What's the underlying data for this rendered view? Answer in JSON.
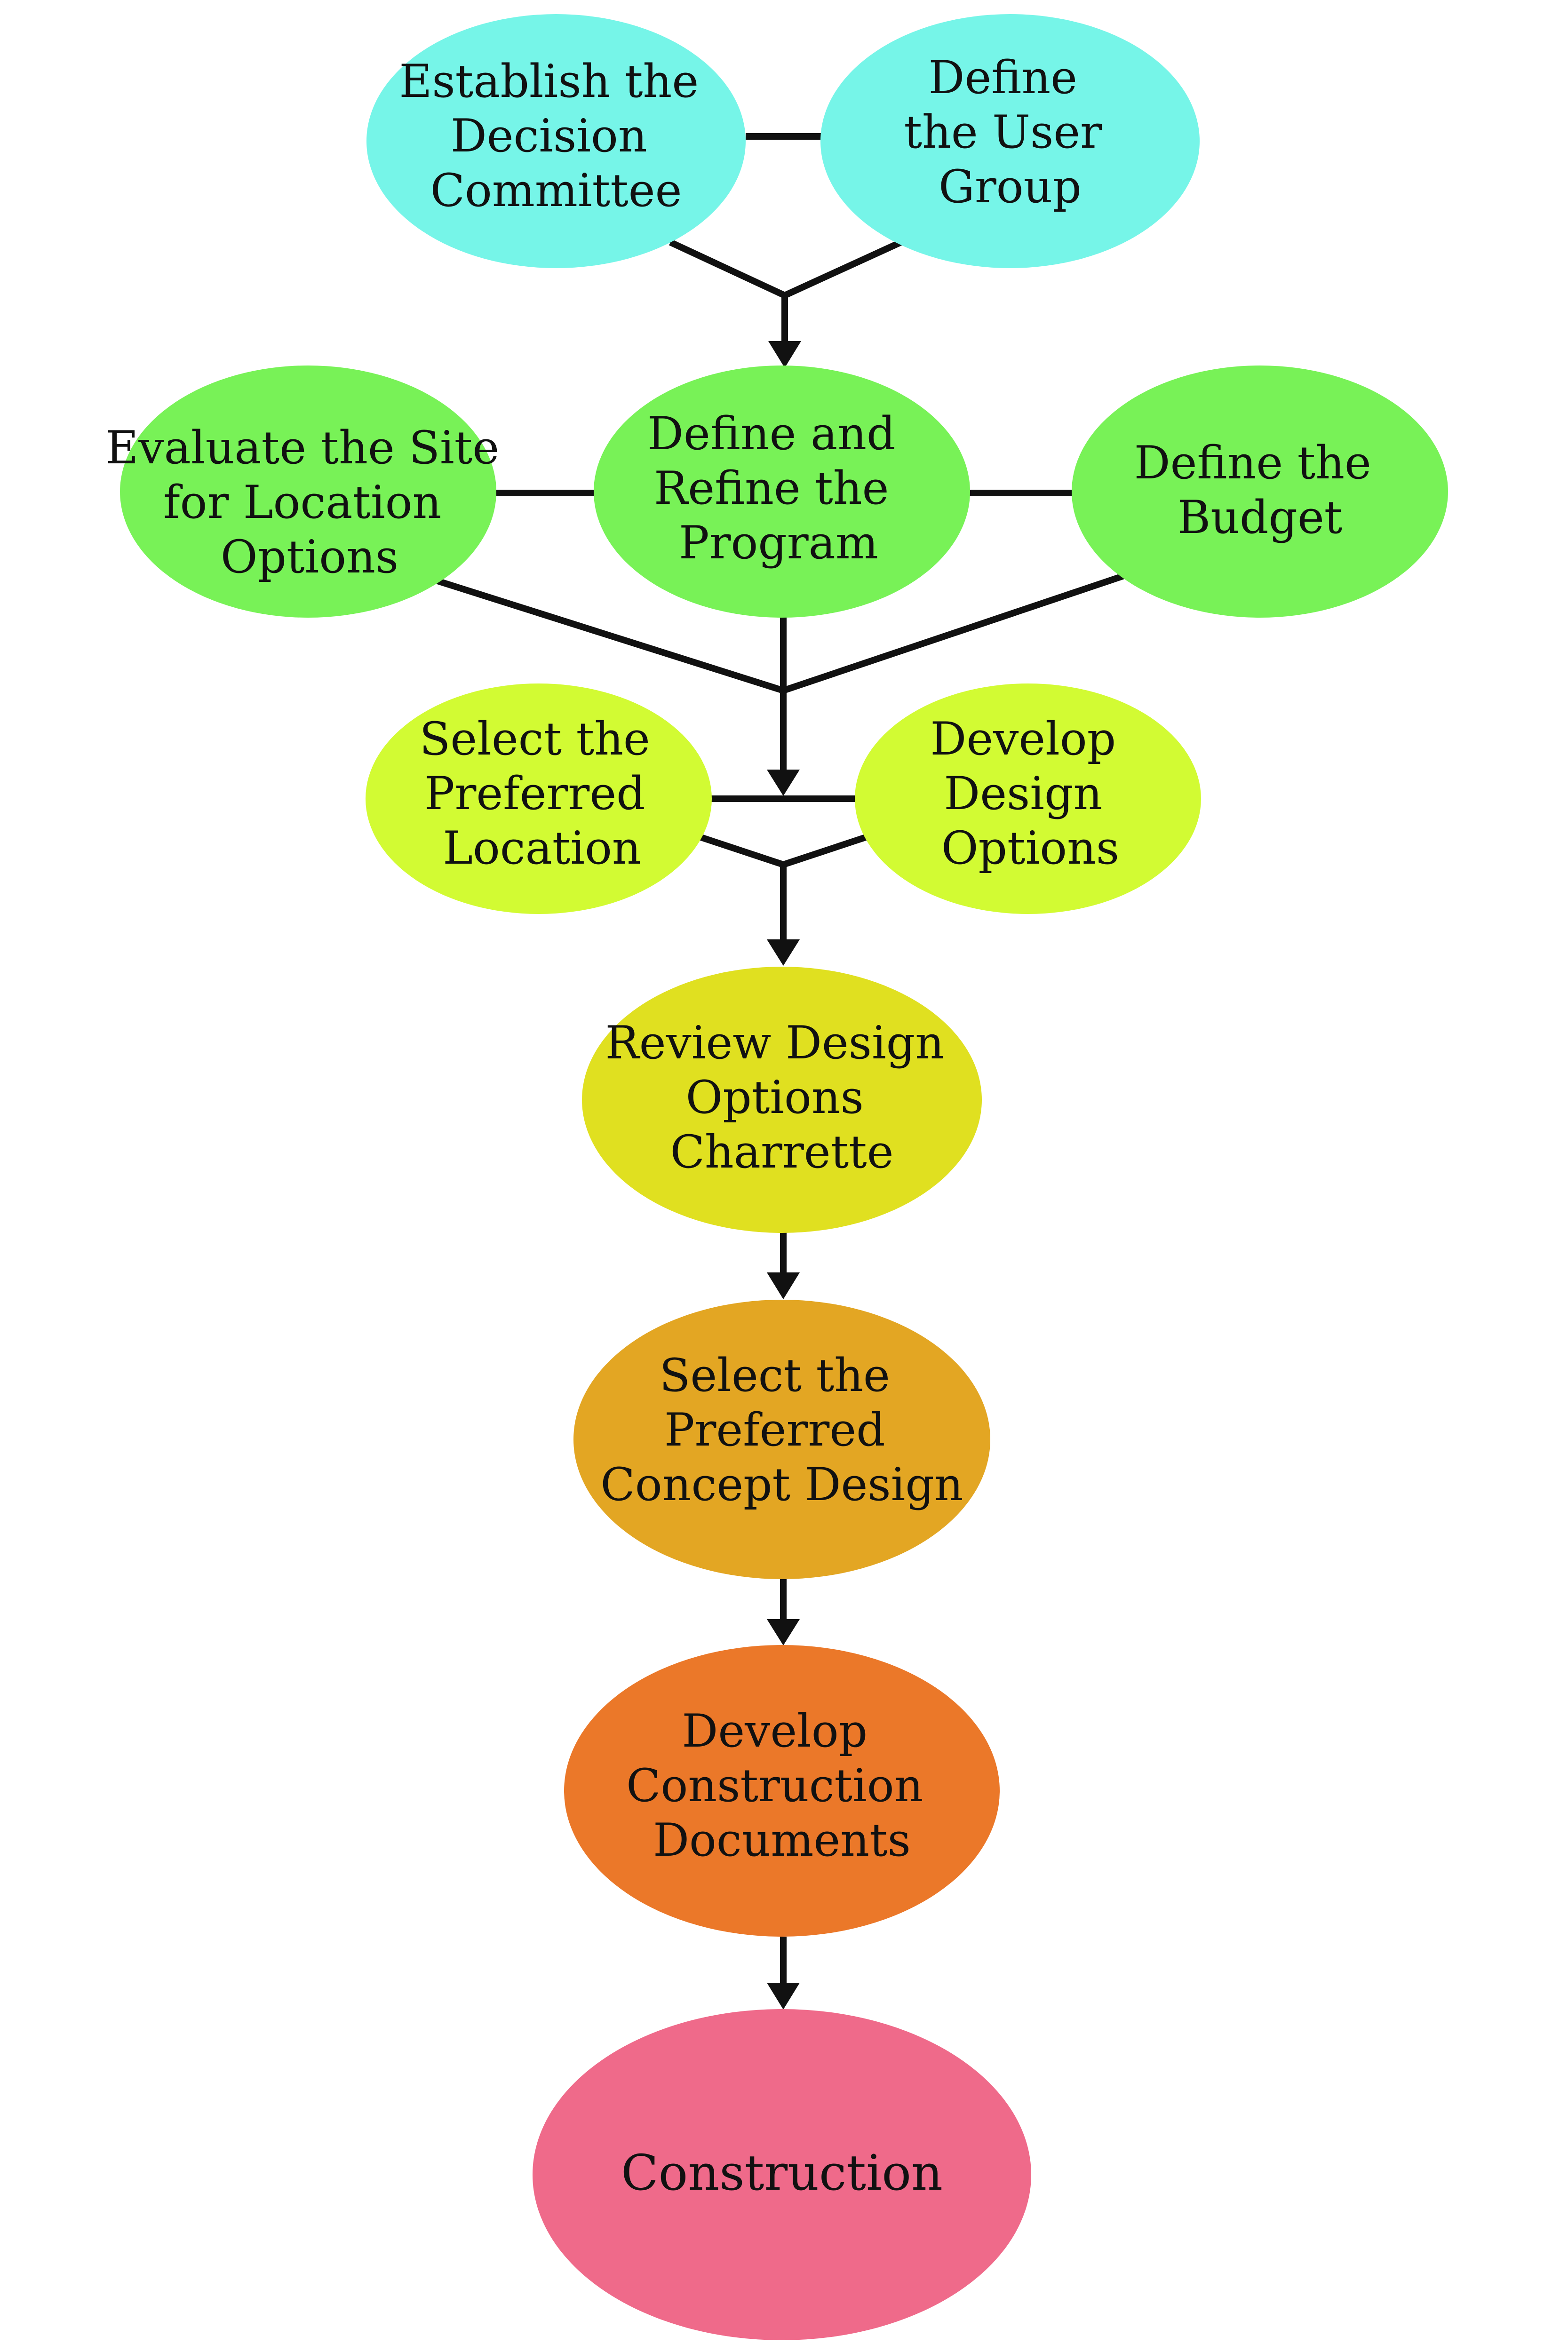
{
  "colors": {
    "cyan": "#76F5E8",
    "green": "#78F257",
    "lime": "#D2FB33",
    "yellow": "#E0E020",
    "amber": "#E3A623",
    "orange": "#EB7829",
    "pink": "#EF6A8A",
    "line": "#111111"
  },
  "nodes": {
    "decision_committee": {
      "lines": [
        "Establish the",
        "Decision",
        "Committee"
      ]
    },
    "user_group": {
      "lines": [
        "Define",
        "the User",
        "Group"
      ]
    },
    "evaluate_site": {
      "lines": [
        "Evaluate the Site",
        "for Location",
        "Options"
      ]
    },
    "refine_program": {
      "lines": [
        "Define and",
        "Refine the",
        "Program"
      ]
    },
    "budget": {
      "lines": [
        "Define the",
        "Budget"
      ]
    },
    "preferred_location": {
      "lines": [
        "Select the",
        "Preferred",
        "Location"
      ]
    },
    "design_options": {
      "lines": [
        "Develop",
        "Design",
        "Options"
      ]
    },
    "review_charrette": {
      "lines": [
        "Review Design",
        "Options",
        "Charrette"
      ]
    },
    "concept_design": {
      "lines": [
        "Select the",
        "Preferred",
        "Concept Design"
      ]
    },
    "construction_documents": {
      "lines": [
        "Develop",
        "Construction",
        "Documents"
      ]
    },
    "construction": {
      "lines": [
        "Construction"
      ]
    }
  }
}
